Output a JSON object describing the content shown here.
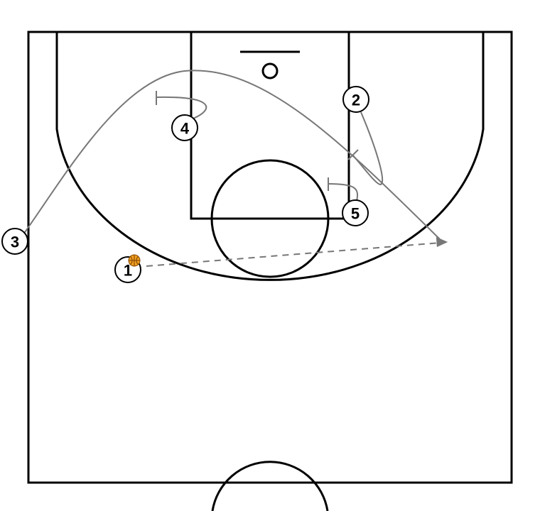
{
  "diagram": {
    "colors": {
      "court_lines": "#000000",
      "movement_lines": "#777777",
      "ball": "#f0a020",
      "background": "#ffffff"
    },
    "players": [
      {
        "id": "p1",
        "label": "1",
        "has_ball": true
      },
      {
        "id": "p2",
        "label": "2",
        "has_ball": false
      },
      {
        "id": "p3",
        "label": "3",
        "has_ball": false
      },
      {
        "id": "p4",
        "label": "4",
        "has_ball": false
      },
      {
        "id": "p5",
        "label": "5",
        "has_ball": false
      }
    ],
    "actions": [
      {
        "type": "cut",
        "player": "3"
      },
      {
        "type": "pass",
        "from_player": "1"
      },
      {
        "type": "screen",
        "player": "4"
      },
      {
        "type": "screen",
        "player": "2"
      },
      {
        "type": "screen",
        "player": "5"
      }
    ]
  }
}
